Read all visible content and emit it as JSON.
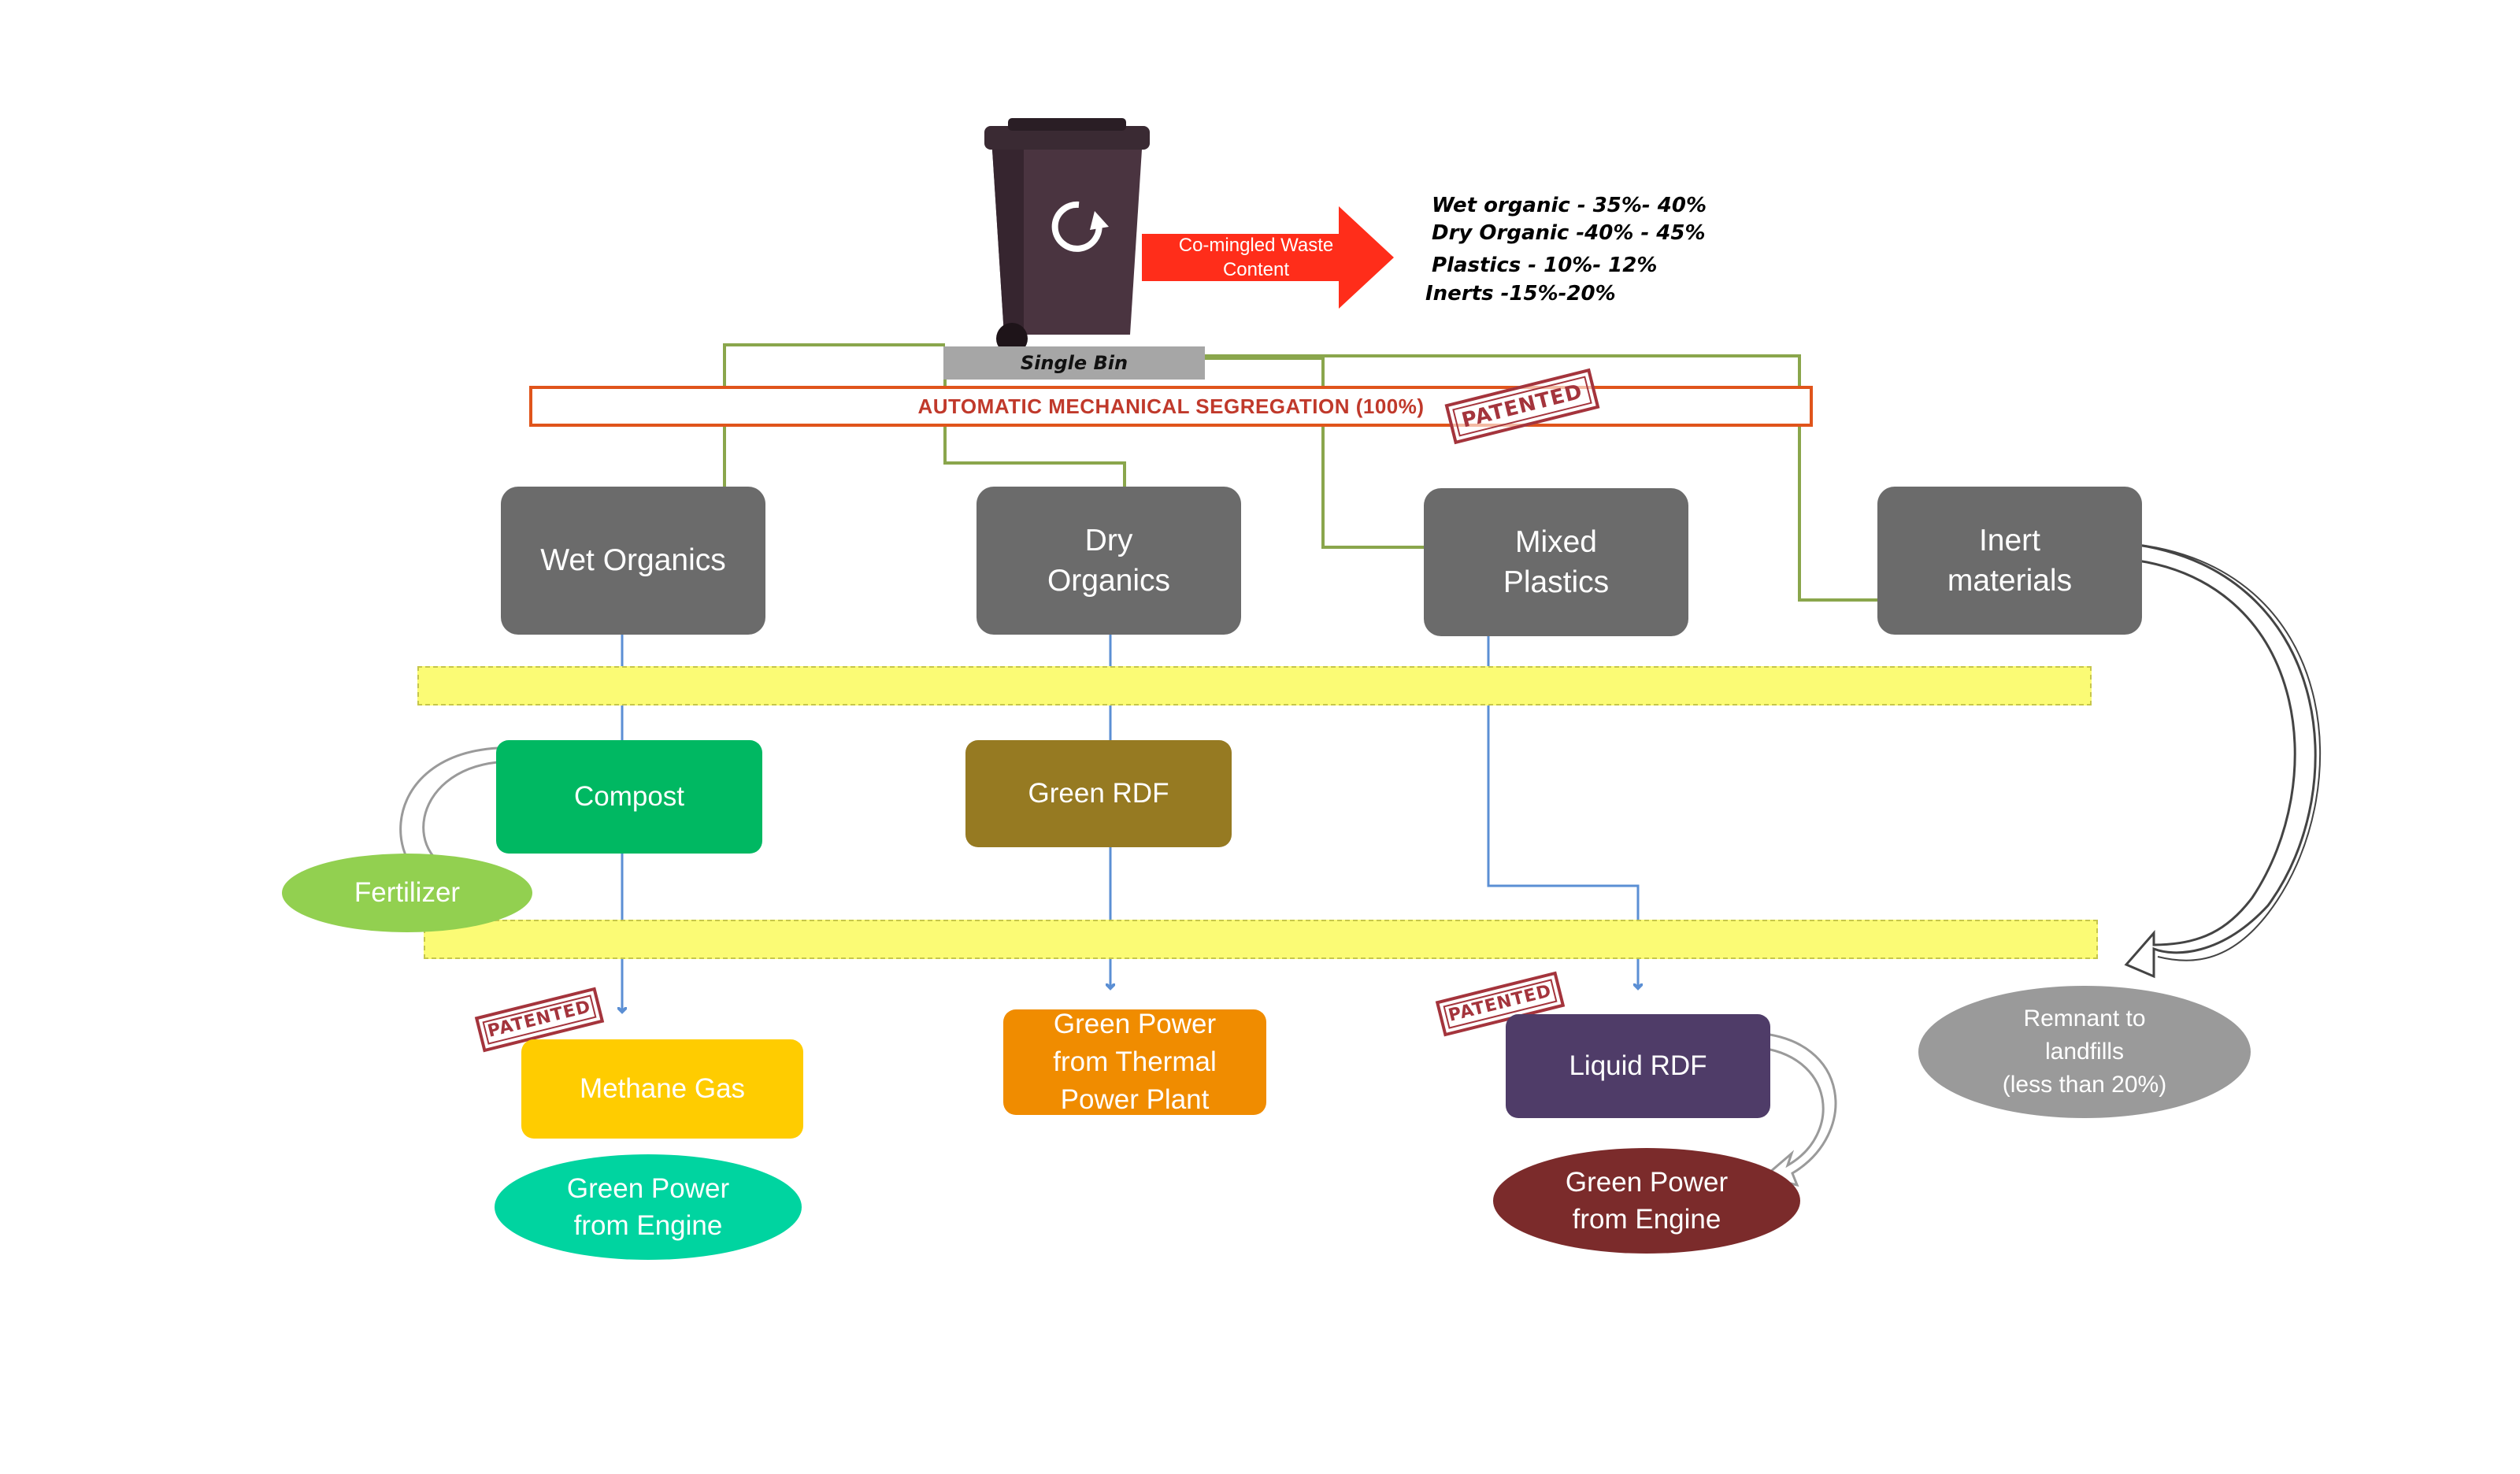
{
  "bin": {
    "label": "Single Bin",
    "icon": "recycle-icon"
  },
  "arrow_label": "Co-mingled Waste Content",
  "composition": [
    "Wet organic  - 35%- 40%",
    "Dry Organic -40% - 45%",
    "Plastics - 10%- 12%",
    "Inerts -15%-20%"
  ],
  "segregation": "AUTOMATIC MECHANICAL SEGREGATION (100%)",
  "stamp_text": "PATENTED",
  "categories": {
    "wet": "Wet Organics",
    "dry_line1": "Dry",
    "dry_line2": "Organics",
    "mixed_line1": "Mixed",
    "mixed_line2": "Plastics",
    "inert_line1": "Inert",
    "inert_line2": "materials"
  },
  "products": {
    "compost": "Compost",
    "fertilizer": "Fertilizer",
    "green_rdf": "Green RDF",
    "methane": "Methane Gas",
    "green_power_engine_1_line1": "Green Power",
    "green_power_engine_1_line2": "from Engine",
    "thermal_line1": "Green Power",
    "thermal_line2": "from Thermal",
    "thermal_line3": "Power Plant",
    "liquid_rdf": "Liquid RDF",
    "green_power_engine_2_line1": "Green Power",
    "green_power_engine_2_line2": "from Engine",
    "remnant_line1": "Remnant to",
    "remnant_line2": "landfills",
    "remnant_line3": "(less than 20%)"
  },
  "colors": {
    "gray_box": "#6b6b6b",
    "compost": "#00b862",
    "fertilizer": "#92d050",
    "green_rdf": "#967a22",
    "methane": "#ffcc00",
    "engine_1": "#00d4a0",
    "thermal": "#f08c00",
    "liquid_rdf": "#4f3c68",
    "engine_2": "#7b2b2b",
    "remnant": "#9a9a9a",
    "band": "#fbfb75",
    "red_arrow": "#ff2d1a",
    "segregation_border": "#e0541b",
    "connector_green": "#8aa64c",
    "connector_blue": "#5b8fd4"
  }
}
